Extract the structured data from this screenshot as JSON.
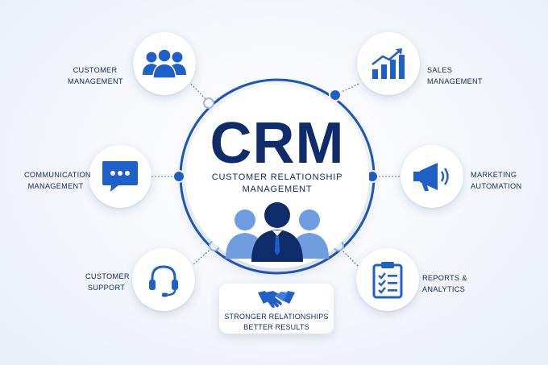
{
  "center": {
    "title": "CRM",
    "subtitle_line1": "CUSTOMER RELATIONSHIP",
    "subtitle_line2": "MANAGEMENT"
  },
  "nodes": [
    {
      "id": "customer-management",
      "icon": "people-group-icon",
      "line1": "CUSTOMER",
      "line2": "MANAGEMENT"
    },
    {
      "id": "sales-management",
      "icon": "bar-chart-growth-icon",
      "line1": "SALES",
      "line2": "MANAGEMENT"
    },
    {
      "id": "communication-management",
      "icon": "chat-bubble-icon",
      "line1": "COMMUNICATION",
      "line2": "MANAGEMENT"
    },
    {
      "id": "marketing-automation",
      "icon": "megaphone-icon",
      "line1": "MARKETING",
      "line2": "AUTOMATION"
    },
    {
      "id": "customer-support",
      "icon": "headset-icon",
      "line1": "CUSTOMER",
      "line2": "SUPPORT"
    },
    {
      "id": "reports-analytics",
      "icon": "clipboard-checklist-icon",
      "line1": "REPORTS &",
      "line2": "ANALYTICS"
    }
  ],
  "result": {
    "icon": "handshake-icon",
    "line1": "STRONGER RELATIONSHIPS",
    "line2": "BETTER RESULTS"
  },
  "colors": {
    "navy": "#0e2c6a",
    "blue": "#1f5fc8",
    "light_blue": "#5b8fd8",
    "ring": "#1e56c2"
  }
}
